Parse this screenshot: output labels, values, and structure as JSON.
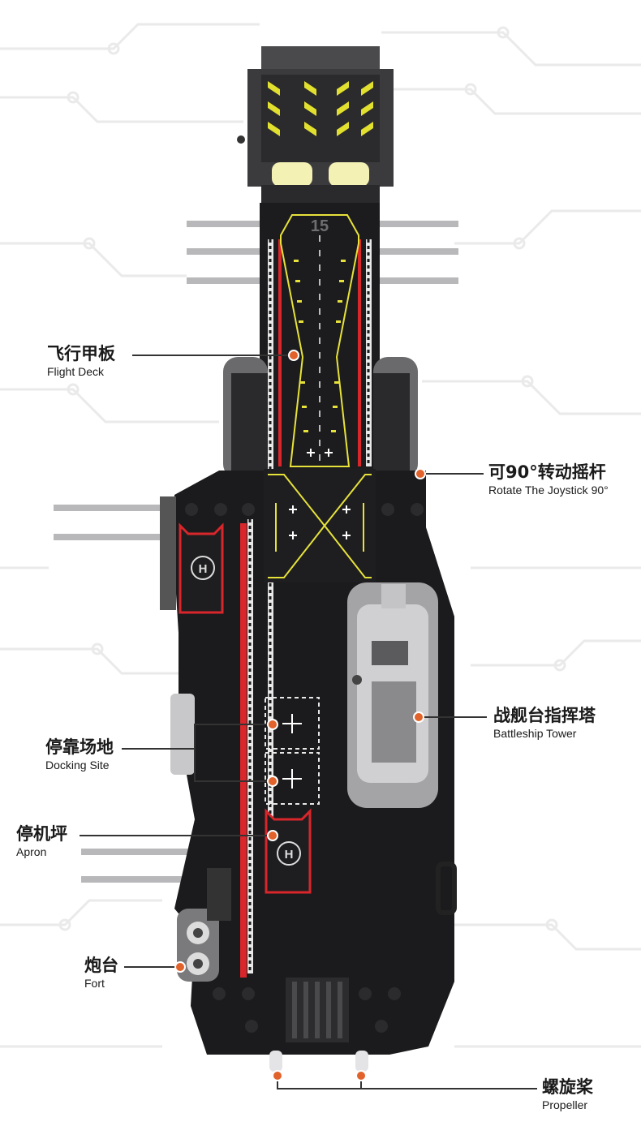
{
  "hull_number": "15",
  "colors": {
    "hull": "#1b1b1d",
    "accent_red": "#d8262b",
    "deck_yellow": "#e7e23a",
    "callout_dot": "#e1622a",
    "grey_tower": "#9a9a9c",
    "circuit": "#ececec"
  },
  "icons": {
    "helipad": "helipad-h-icon",
    "docking_cross": "docking-cross-icon"
  },
  "callouts": {
    "flight_deck": {
      "zh": "飞行甲板",
      "en": "Flight Deck"
    },
    "joystick": {
      "zh": "可90°转动摇杆",
      "en": "Rotate The Joystick 90°"
    },
    "tower": {
      "zh": "战舰台指挥塔",
      "en": "Battleship Tower"
    },
    "docking": {
      "zh": "停靠场地",
      "en": "Docking Site"
    },
    "apron": {
      "zh": "停机坪",
      "en": "Apron"
    },
    "fort": {
      "zh": "炮台",
      "en": "Fort"
    },
    "propeller": {
      "zh": "螺旋桨",
      "en": "Propeller"
    }
  }
}
